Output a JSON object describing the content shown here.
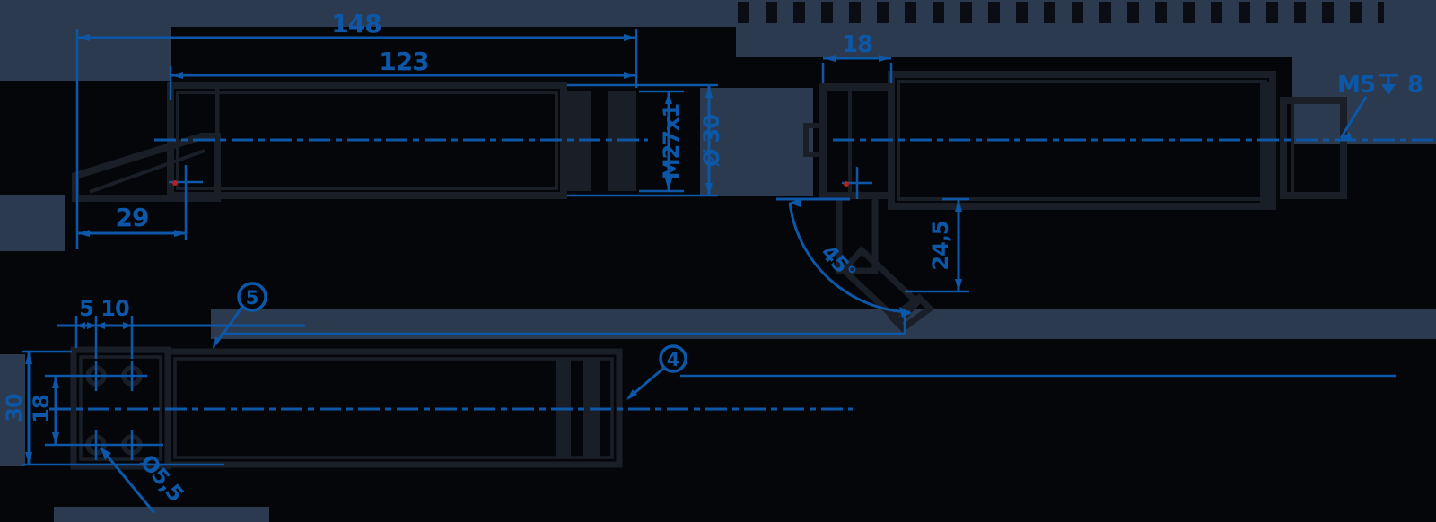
{
  "title": "clamping-lever-technical-drawing",
  "colors": {
    "background": "#04060a",
    "panel_navy": "#2b3a4e",
    "dimension_blue": "#0d57a8",
    "part_outline": "#1a1f27",
    "center_marker_red": "#b22222"
  },
  "views": {
    "side_view": {
      "dims": {
        "overall_length": "148",
        "sleeve_length": "123",
        "lever_foot_offset": "29",
        "thread_callout": "M27x1",
        "outer_diameter": "Ø 30"
      }
    },
    "front_view": {
      "dims": {
        "flange_width": "18",
        "lever_angle": "45°",
        "lever_reach": "24,5"
      },
      "tapped_hole": {
        "thread": "M5",
        "depth_symbol": "↧",
        "depth": "8"
      }
    },
    "top_view": {
      "dims": {
        "hole_edge_offset": "5",
        "hole_pitch_x": "10",
        "flange_height": "30",
        "hole_pitch_y": "18",
        "hole_diameter": "Ø5,5"
      }
    },
    "balloons": [
      {
        "label": "5"
      },
      {
        "label": "4"
      }
    ]
  }
}
